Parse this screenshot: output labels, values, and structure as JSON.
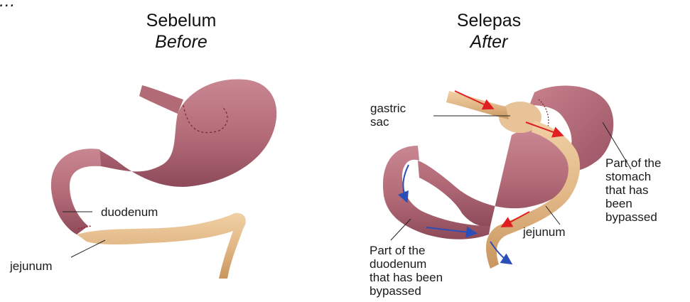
{
  "figure_label": "…",
  "before": {
    "title_ms": "Sebelum",
    "title_en": "Before",
    "labels": {
      "duodenum": "duodenum",
      "jejunum": "jejunum"
    }
  },
  "after": {
    "title_ms": "Selepas",
    "title_en": "After",
    "labels": {
      "gastric_sac": "gastric\nsac",
      "bypassed_stomach": "Part of the\nstomach\nthat has\nbeen\nbypassed",
      "jejunum": "jejunum",
      "bypassed_duodenum": "Part of the\nduodenum\nthat has been\nbypassed"
    }
  },
  "colors": {
    "stomach": "#b8707c",
    "stomach_shade": "#96505f",
    "jejunum": "#e2b887",
    "arrow_red": "#e02020",
    "arrow_blue": "#2a4fb8"
  }
}
